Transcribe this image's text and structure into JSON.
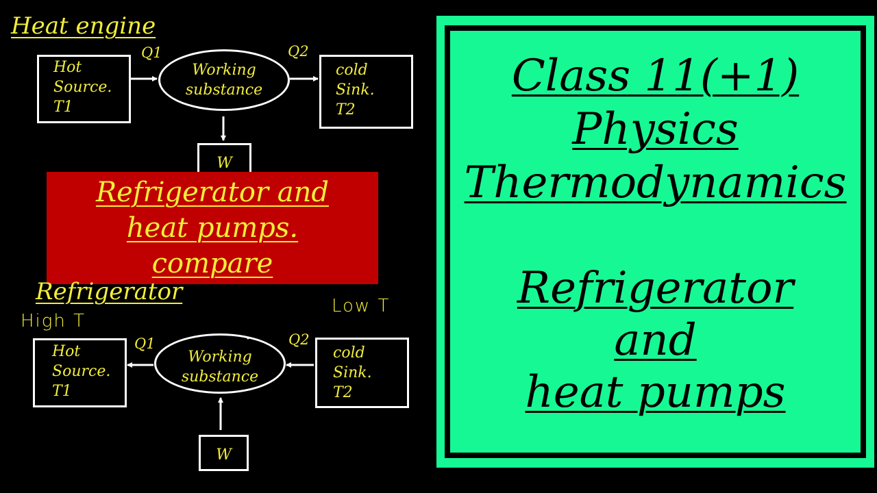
{
  "heat_engine": {
    "title": "Heat engine",
    "hot_source": "Hot\nSource.\nT1",
    "working": "Working\nsubstance",
    "cold_sink": "cold\nSink.\nT2",
    "q1": "Q1",
    "q2": "Q2",
    "work": "W"
  },
  "banner": {
    "line1": "Refrigerator and",
    "line2": "heat pumps.",
    "line3": "compare"
  },
  "refrigerator": {
    "title": "Refrigerator",
    "high_t": "High T",
    "low_t": "Low T",
    "hot_source": "Hot\nSource.\nT1",
    "working": "Working\nsubstance",
    "cold_sink": "cold\nSink.\nT2",
    "q1": "Q1",
    "q2": "Q2",
    "work": "W"
  },
  "panel": {
    "line1": "Class 11(+1)",
    "line2": "Physics",
    "line3": "Thermodynamics",
    "line4": "Refrigerator",
    "line5": "and",
    "line6": "heat pumps"
  },
  "colors": {
    "background": "#000000",
    "text_yellow": "#f2ee3c",
    "banner_red": "#c00000",
    "panel_green": "#16f893"
  }
}
